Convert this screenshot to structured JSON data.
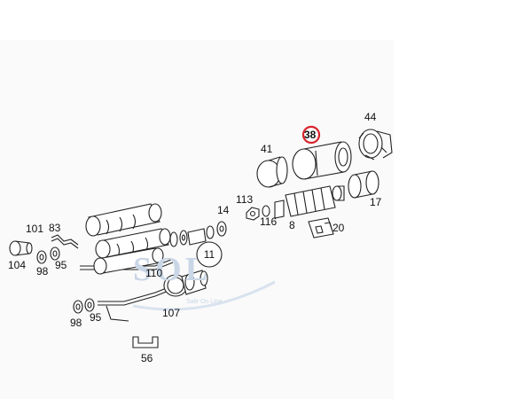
{
  "diagram": {
    "part_numbers": {
      "p104": "104",
      "p101": "101",
      "p83": "83",
      "p98a": "98",
      "p95a": "95",
      "p110": "110",
      "p107": "107",
      "p98b": "98",
      "p95b": "95",
      "p56": "56",
      "p14": "14",
      "p11": "11",
      "p113": "113",
      "p116": "116",
      "p8": "8",
      "p20": "20",
      "p41": "41",
      "p38": "38",
      "p44": "44",
      "p17": "17"
    },
    "highlighted_part": "38",
    "highlight_color": "#d8232a",
    "watermark": {
      "logo_text": "SOL",
      "tagline": "Sale On Line"
    }
  }
}
